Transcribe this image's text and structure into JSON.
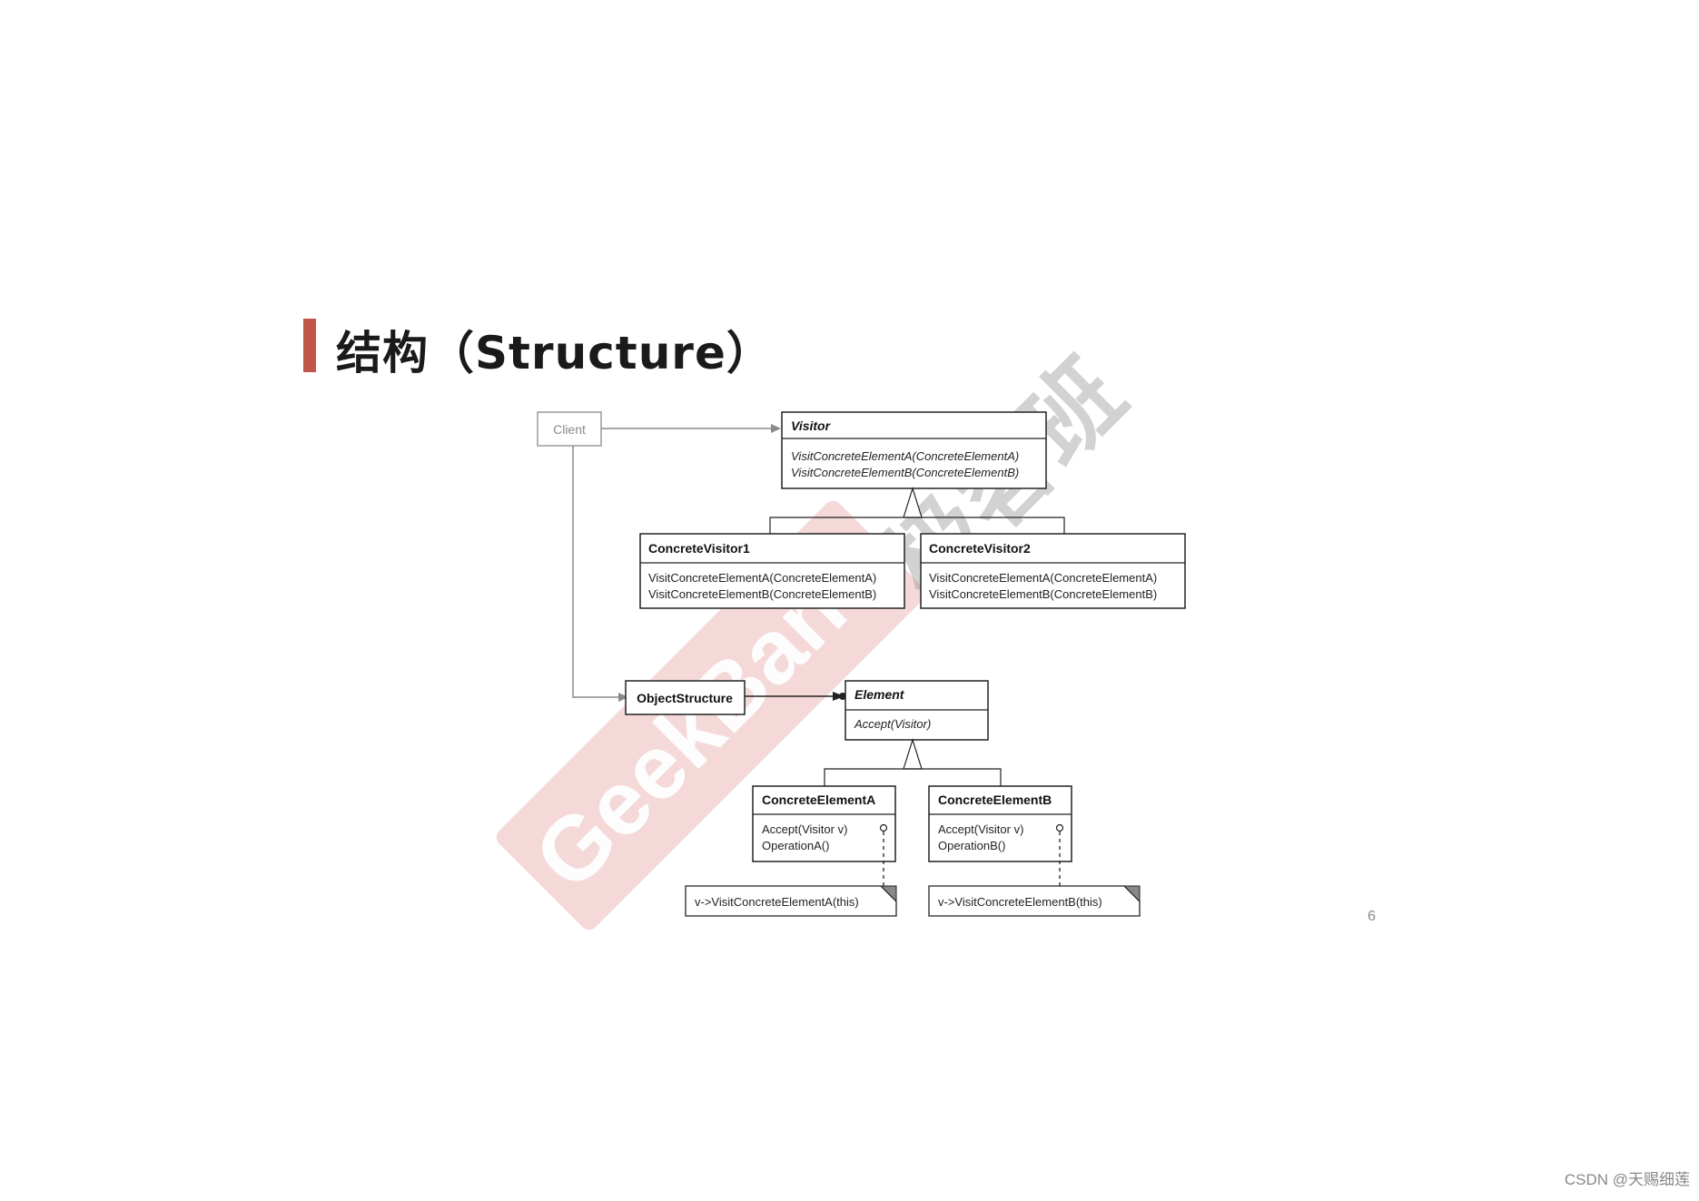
{
  "slide": {
    "title": "结构（Structure）",
    "page_number": "6"
  },
  "watermark": {
    "latin_text": "GeekBand",
    "cjk_text": "极客班",
    "color": "#e8b3b3"
  },
  "diagram": {
    "client": "Client",
    "visitor": {
      "name": "Visitor",
      "ops": [
        "VisitConcreteElementA(ConcreteElementA)",
        "VisitConcreteElementB(ConcreteElementB)"
      ]
    },
    "concrete_visitor_1": {
      "name": "ConcreteVisitor1",
      "ops": [
        "VisitConcreteElementA(ConcreteElementA)",
        "VisitConcreteElementB(ConcreteElementB)"
      ]
    },
    "concrete_visitor_2": {
      "name": "ConcreteVisitor2",
      "ops": [
        "VisitConcreteElementA(ConcreteElementA)",
        "VisitConcreteElementB(ConcreteElementB)"
      ]
    },
    "object_structure": "ObjectStructure",
    "element": {
      "name": "Element",
      "ops": [
        "Accept(Visitor)"
      ]
    },
    "concrete_element_a": {
      "name": "ConcreteElementA",
      "ops": [
        "Accept(Visitor v)",
        "OperationA()"
      ]
    },
    "concrete_element_b": {
      "name": "ConcreteElementB",
      "ops": [
        "Accept(Visitor v)",
        "OperationB()"
      ]
    },
    "note_a": "v->VisitConcreteElementA(this)",
    "note_b": "v->VisitConcreteElementB(this)"
  },
  "footer": {
    "credit": "CSDN @天赐细莲"
  }
}
